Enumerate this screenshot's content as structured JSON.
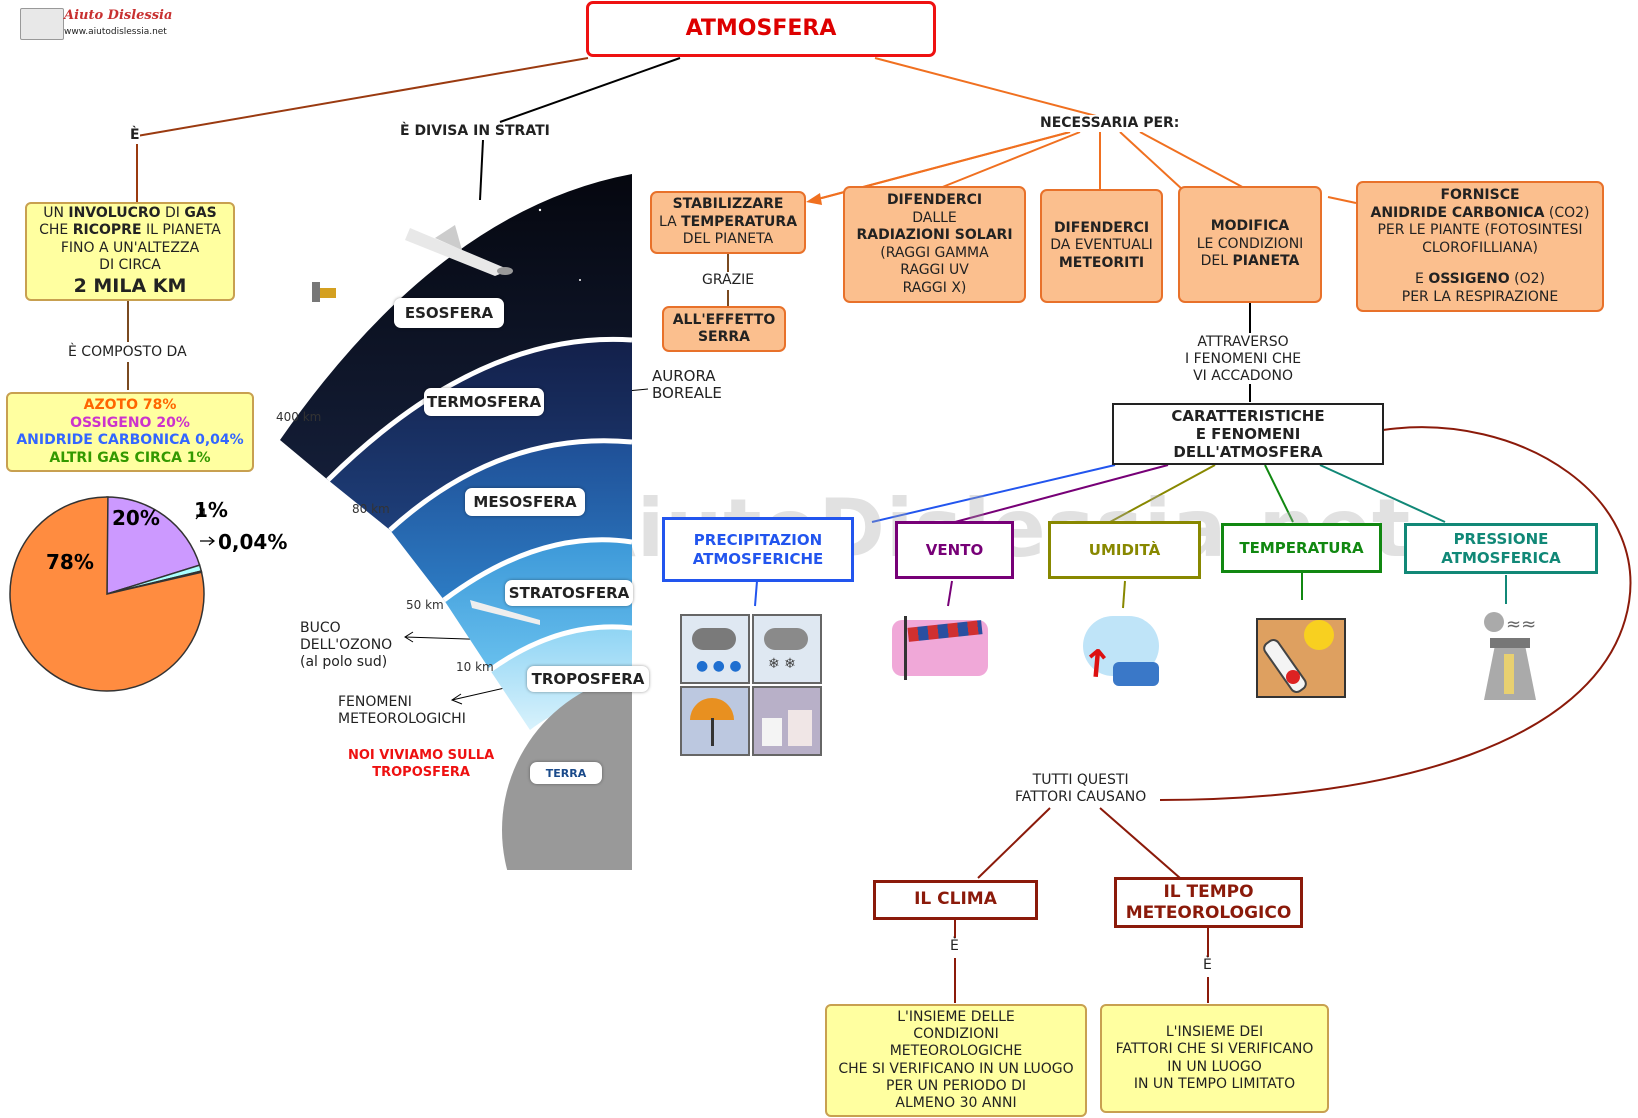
{
  "logo": {
    "brand": "Aiuto Dislessia",
    "url": "www.aiutodislessia.net"
  },
  "watermark": "By AiutoDislessia.net",
  "title": "ATMOSFERA",
  "links": {
    "e": "È",
    "divisa": "È DIVISA IN STRATI",
    "necessaria": "NECESSARIA PER:",
    "composto": "È COMPOSTO DA",
    "grazie": "GRAZIE",
    "attraverso": [
      "ATTRAVERSO",
      "I FENOMENI CHE",
      "VI ACCADONO"
    ],
    "tutti": [
      "TUTTI QUESTI",
      "FATTORI CAUSANO"
    ],
    "e_clima": "È",
    "e_tempo": "È"
  },
  "definition": {
    "parts": [
      "UN ",
      "INVOLUCRO",
      " DI ",
      "GAS"
    ],
    "line2": [
      "CHE ",
      "RICOPRE",
      " IL PIANETA"
    ],
    "line3": "FINO A UN'ALTEZZA",
    "line4": "DI CIRCA",
    "line5": "2 MILA KM"
  },
  "gases": [
    {
      "label": "AZOTO 78%",
      "color": "#ff6600"
    },
    {
      "label": "OSSIGENO 20%",
      "color": "#cc33cc"
    },
    {
      "label": "ANIDRIDE CARBONICA 0,04%",
      "color": "#3366ff"
    },
    {
      "label": "ALTRI GAS CIRCA 1%",
      "color": "#339900"
    }
  ],
  "chart_data": {
    "type": "pie",
    "slices": [
      {
        "label": "78%",
        "value": 78,
        "color": "#ff8c40"
      },
      {
        "label": "20%",
        "value": 20,
        "color": "#cc99ff"
      },
      {
        "label": "1%",
        "value": 1,
        "color": "#aaffff"
      },
      {
        "label": "0,04%",
        "value": 0.04,
        "color": "#339933"
      }
    ]
  },
  "layers": {
    "names": [
      "ESOSFERA",
      "TERMOSFERA",
      "MESOSFERA",
      "STRATOSFERA",
      "TROPOSFERA"
    ],
    "km": [
      "400 km",
      "80 km",
      "50 km",
      "10 km"
    ],
    "earth": "TERRA",
    "aurora": [
      "AURORA",
      "BOREALE"
    ],
    "ozone": [
      "BUCO",
      "DELL'OZONO",
      "(al polo sud)"
    ],
    "fenomeni": [
      "FENOMENI",
      "METEOROLOGICHI"
    ],
    "noi": [
      "NOI VIVIAMO SULLA",
      "TROPOSFERA"
    ]
  },
  "needs": {
    "stabilizzare": [
      "STABILIZZARE",
      "LA ",
      "TEMPERATURA",
      "DEL PIANETA"
    ],
    "serra": [
      "ALL'EFFETTO",
      "SERRA"
    ],
    "difenderci_rad": [
      "DIFENDERCI",
      "DALLE",
      "RADIAZIONI SOLARI",
      "(RAGGI GAMMA",
      "RAGGI UV",
      "RAGGI X)"
    ],
    "difenderci_met": [
      "DIFENDERCI",
      "DA EVENTUALI",
      "METEORITI"
    ],
    "modifica": [
      "MODIFICA",
      "LE CONDIZIONI",
      "DEL ",
      "PIANETA"
    ],
    "fornisce": [
      "FORNISCE",
      "ANIDRIDE CARBONICA",
      " (CO2)",
      "PER LE PIANTE  (FOTOSINTESI",
      "CLOROFILLIANA)",
      "E ",
      "OSSIGENO",
      " (O2)",
      "PER LA RESPIRAZIONE"
    ]
  },
  "caratteristiche": [
    "CARATTERISTICHE",
    "E FENOMENI",
    "DELL'ATMOSFERA"
  ],
  "phenomena": [
    {
      "label": [
        "PRECIPITAZION",
        "ATMOSFERICHE"
      ],
      "color": "#2255ee"
    },
    {
      "label": [
        "VENTO"
      ],
      "color": "#770077"
    },
    {
      "label": [
        "UMIDITÀ"
      ],
      "color": "#888800"
    },
    {
      "label": [
        "TEMPERATURA"
      ],
      "color": "#118811"
    },
    {
      "label": [
        "PRESSIONE",
        "ATMOSFERICA"
      ],
      "color": "#118877"
    }
  ],
  "outcomes": {
    "clima": "IL CLIMA",
    "tempo": [
      "IL TEMPO",
      "METEOROLOGICO"
    ],
    "clima_def": [
      "L'INSIEME DELLE",
      "CONDIZIONI",
      "METEOROLOGICHE",
      "CHE SI VERIFICANO IN UN LUOGO",
      "PER UN PERIODO DI",
      "ALMENO 30 ANNI"
    ],
    "tempo_def": [
      "L'INSIEME DEI",
      "FATTORI CHE SI VERIFICANO",
      "IN UN LUOGO",
      "IN UN TEMPO LIMITATO"
    ]
  },
  "colors": {
    "title_border": "#ee1111",
    "title_text": "#dd0000",
    "dark_red": "#8b1a0a",
    "orange_line": "#f07020"
  }
}
